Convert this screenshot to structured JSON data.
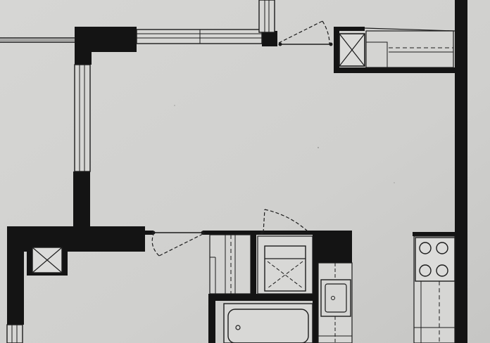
{
  "diagram": {
    "kind": "architectural floor plan",
    "colors": {
      "paper": "#d3d3d1",
      "paper_shadow": "#c4c4c2",
      "wall": "#141414",
      "line": "#1c1c1c",
      "fixture_fill": "#dcdcda"
    },
    "rooms": [
      {
        "id": "room-upper-left"
      },
      {
        "id": "room-main-living"
      },
      {
        "id": "room-lower-left"
      },
      {
        "id": "room-lower-right"
      }
    ],
    "fixtures": [
      {
        "id": "mechanical-shaft-upper-right",
        "symbol": "x-box"
      },
      {
        "id": "mechanical-shaft-lower-left",
        "symbol": "x-box"
      },
      {
        "id": "washer-dryer",
        "symbol": "x-box"
      },
      {
        "id": "bathtub",
        "symbol": "tub"
      },
      {
        "id": "bathroom-sink",
        "symbol": "sink"
      },
      {
        "id": "cooktop",
        "symbol": "four-burner"
      },
      {
        "id": "closet-shelving",
        "symbol": "shelf"
      }
    ],
    "doors": [
      {
        "id": "door-top"
      },
      {
        "id": "door-lower-left"
      },
      {
        "id": "door-lower-center"
      }
    ],
    "windows": [
      {
        "id": "window-top-left"
      },
      {
        "id": "window-top-center"
      },
      {
        "id": "window-top-riser"
      },
      {
        "id": "window-left-vertical"
      },
      {
        "id": "window-bottom-left"
      }
    ]
  }
}
